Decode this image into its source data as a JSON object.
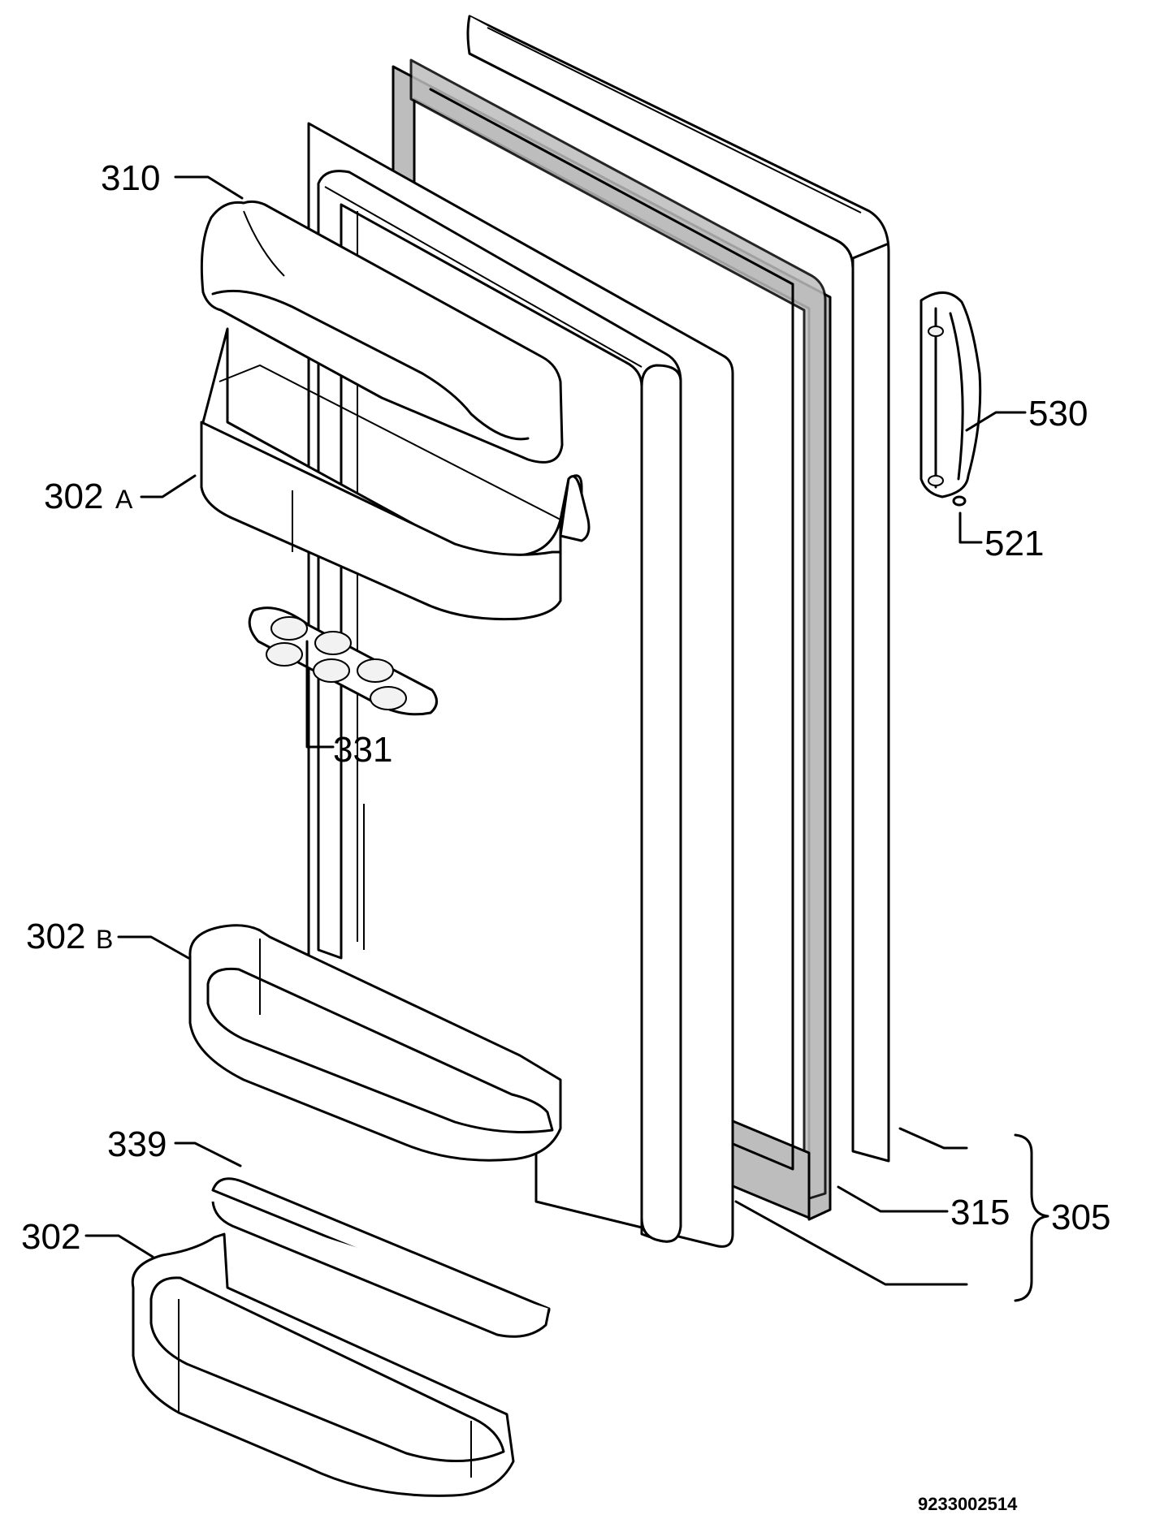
{
  "labels": {
    "l310": "310",
    "l302a_num": "302",
    "l302a_suf": "A",
    "l331": "331",
    "l302b_num": "302",
    "l302b_suf": "B",
    "l339": "339",
    "l302": "302",
    "l530": "530",
    "l521": "521",
    "l315": "315",
    "l305": "305"
  },
  "drawing_code": "9233002514"
}
